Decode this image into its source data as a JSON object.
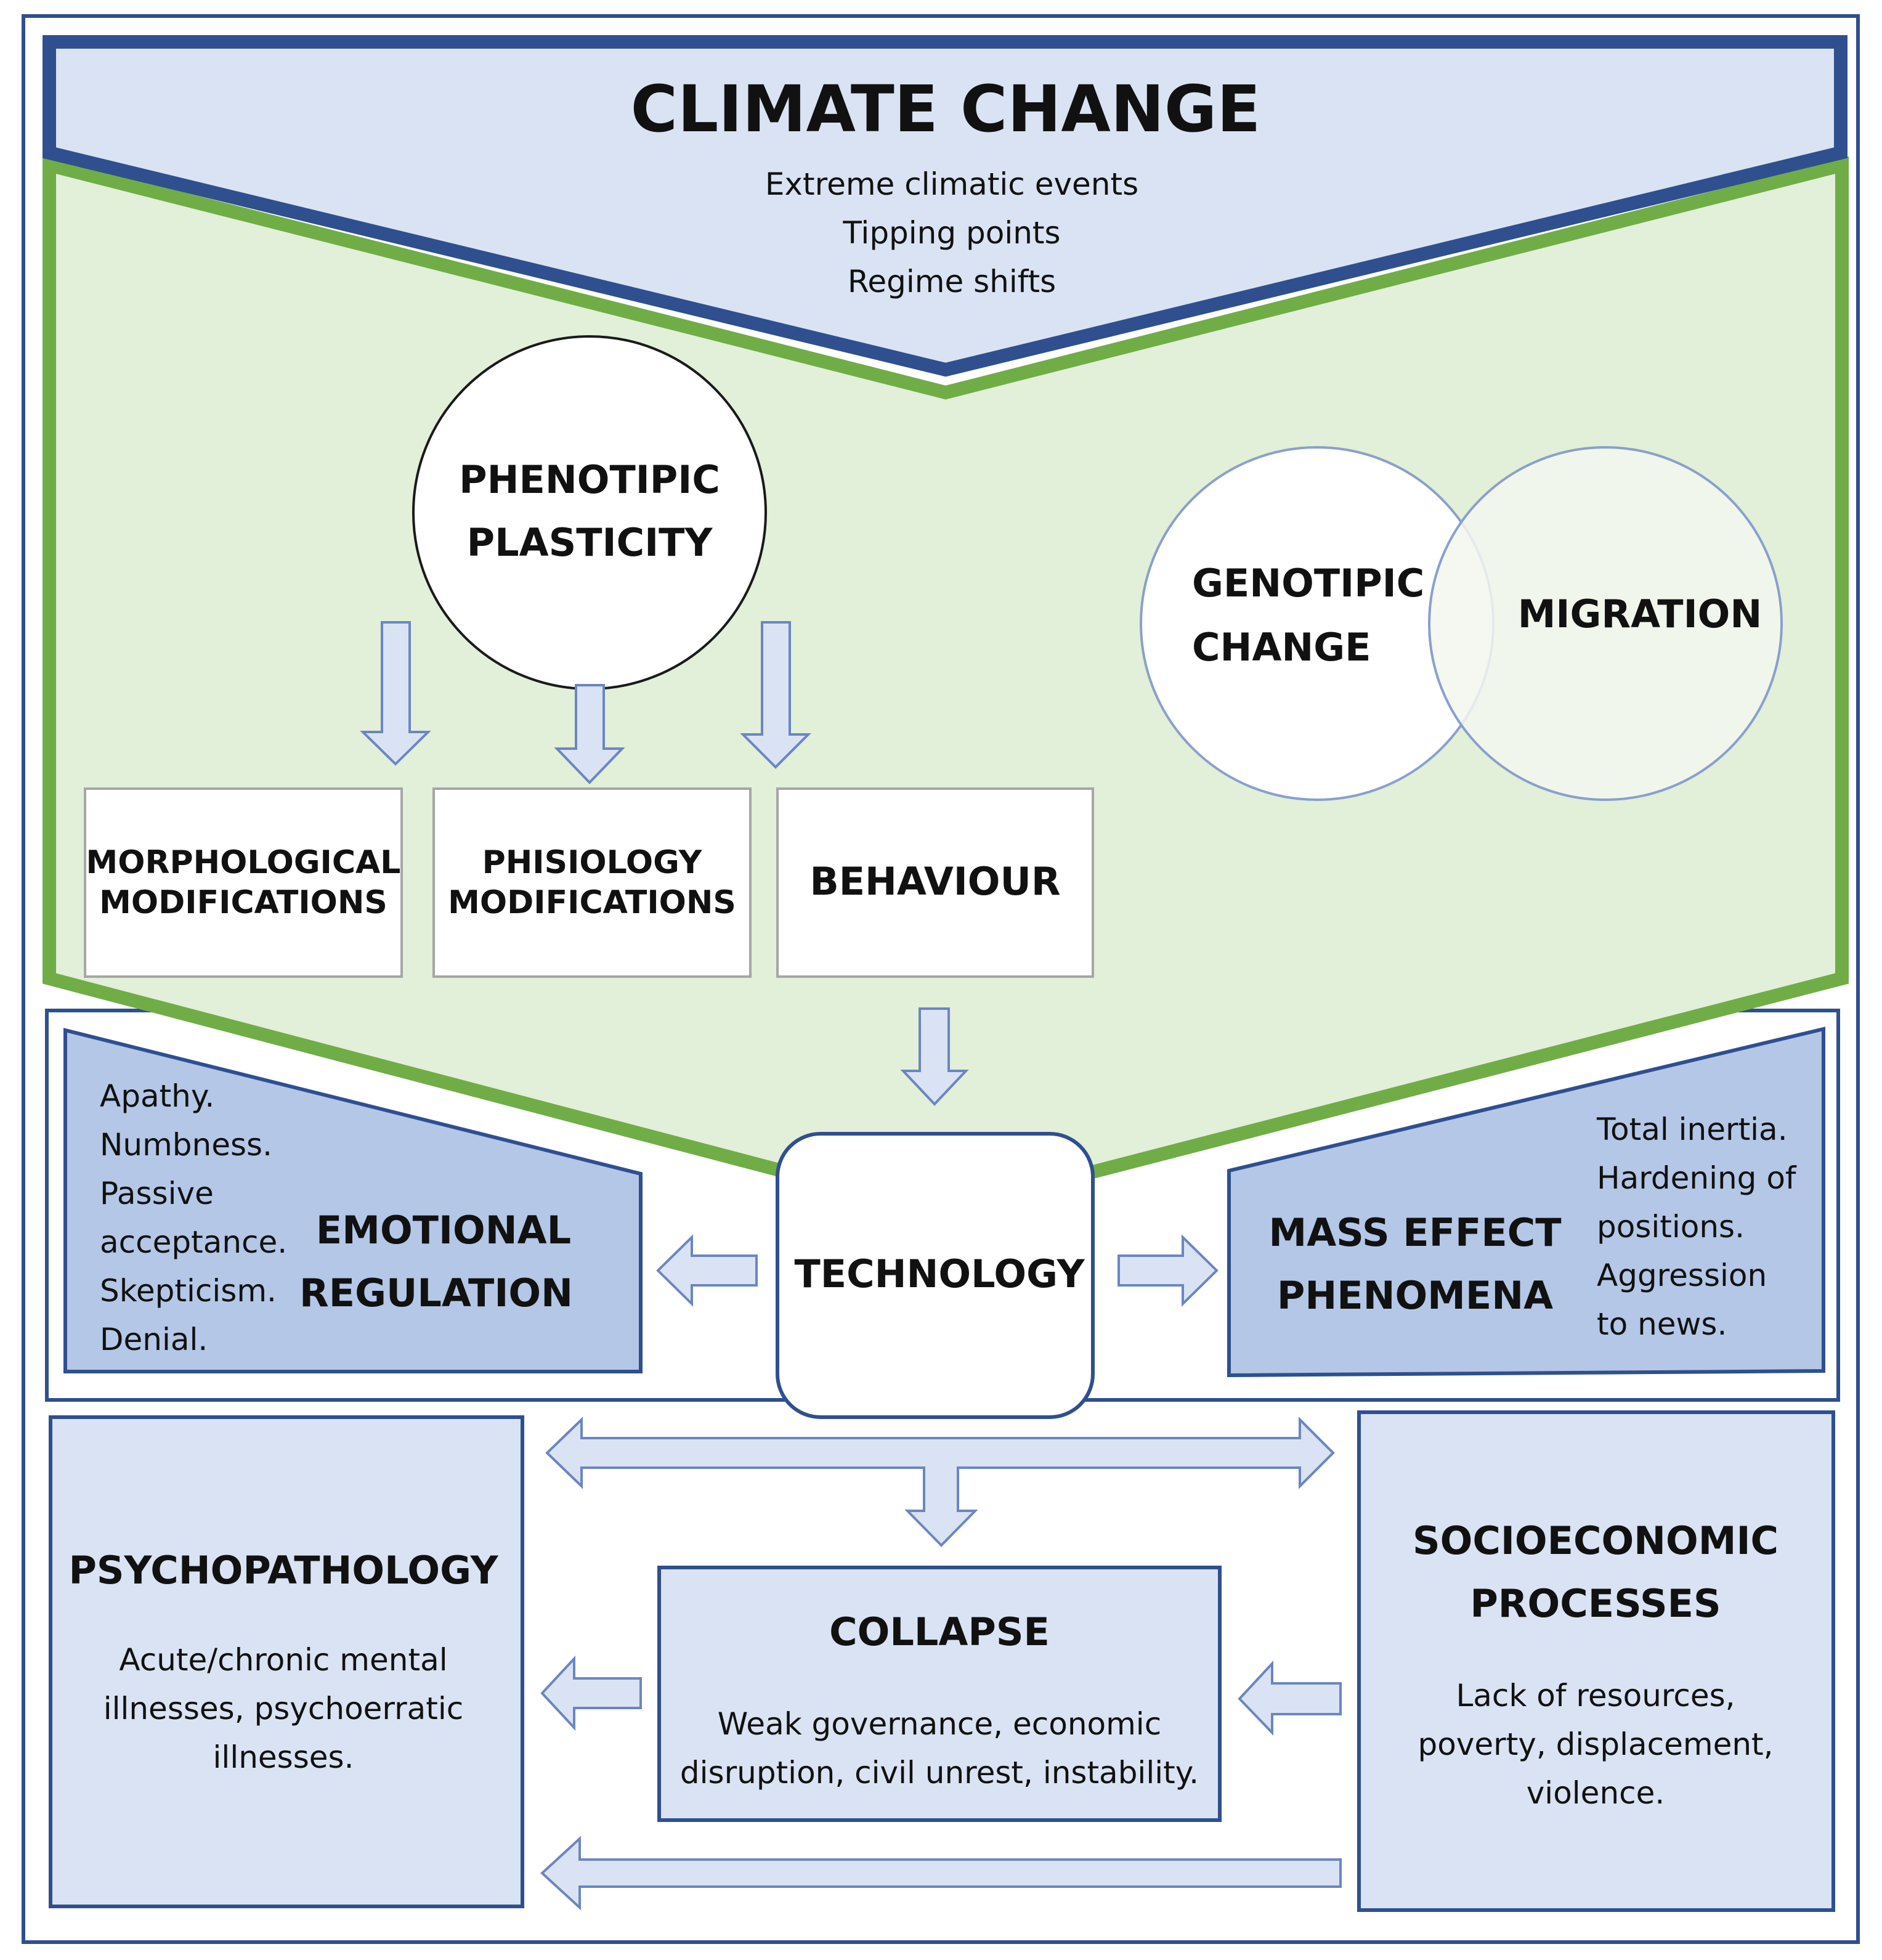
{
  "climate_change": {
    "title": "CLIMATE CHANGE",
    "items": [
      "Extreme climatic events",
      "Tipping points",
      "Regime shifts"
    ]
  },
  "phenotypic_plasticity": {
    "lines": [
      "PHENOTIPIC",
      "PLASTICITY"
    ]
  },
  "genotypic_change": {
    "lines": [
      "GENOTIPIC",
      "CHANGE"
    ]
  },
  "migration": {
    "label": "MIGRATION"
  },
  "morphological": {
    "lines": [
      "MORPHOLOGICAL",
      "MODIFICATIONS"
    ]
  },
  "physiology": {
    "lines": [
      "PHISIOLOGY",
      "MODIFICATIONS"
    ]
  },
  "behaviour": {
    "label": "BEHAVIOUR"
  },
  "technology": {
    "label": "TECHNOLOGY"
  },
  "emotional_regulation": {
    "lines": [
      "EMOTIONAL",
      "REGULATION"
    ],
    "items": [
      "Apathy.",
      "Numbness.",
      "Passive",
      "acceptance.",
      "Skepticism.",
      "Denial."
    ]
  },
  "mass_effect": {
    "lines": [
      "MASS EFFECT",
      "PHENOMENA"
    ],
    "items": [
      "Total inertia.",
      "Hardening of",
      "positions.",
      "Aggression",
      "to news."
    ]
  },
  "psychopathology": {
    "title": "PSYCHOPATHOLOGY",
    "desc": [
      "Acute/chronic mental",
      "illnesses, psychoerratic",
      "illnesses."
    ]
  },
  "collapse": {
    "title": "COLLAPSE",
    "desc": [
      "Weak governance, economic",
      "disruption, civil unrest, instability."
    ]
  },
  "socioeconomic": {
    "lines": [
      "SOCIOECONOMIC",
      "PROCESSES"
    ],
    "desc": [
      "Lack of resources,",
      "poverty, displacement,",
      "violence."
    ]
  },
  "colors": {
    "frame": "#2f4f8f",
    "climate_fill": "#dae3f3",
    "green_fill": "#e2efd9",
    "green_stroke": "#70ad47",
    "panel_fill": "#b4c7e7",
    "box_fill": "#dae3f3",
    "arrow_fill": "#dae3f3",
    "arrow_stroke": "#6b86c0"
  }
}
